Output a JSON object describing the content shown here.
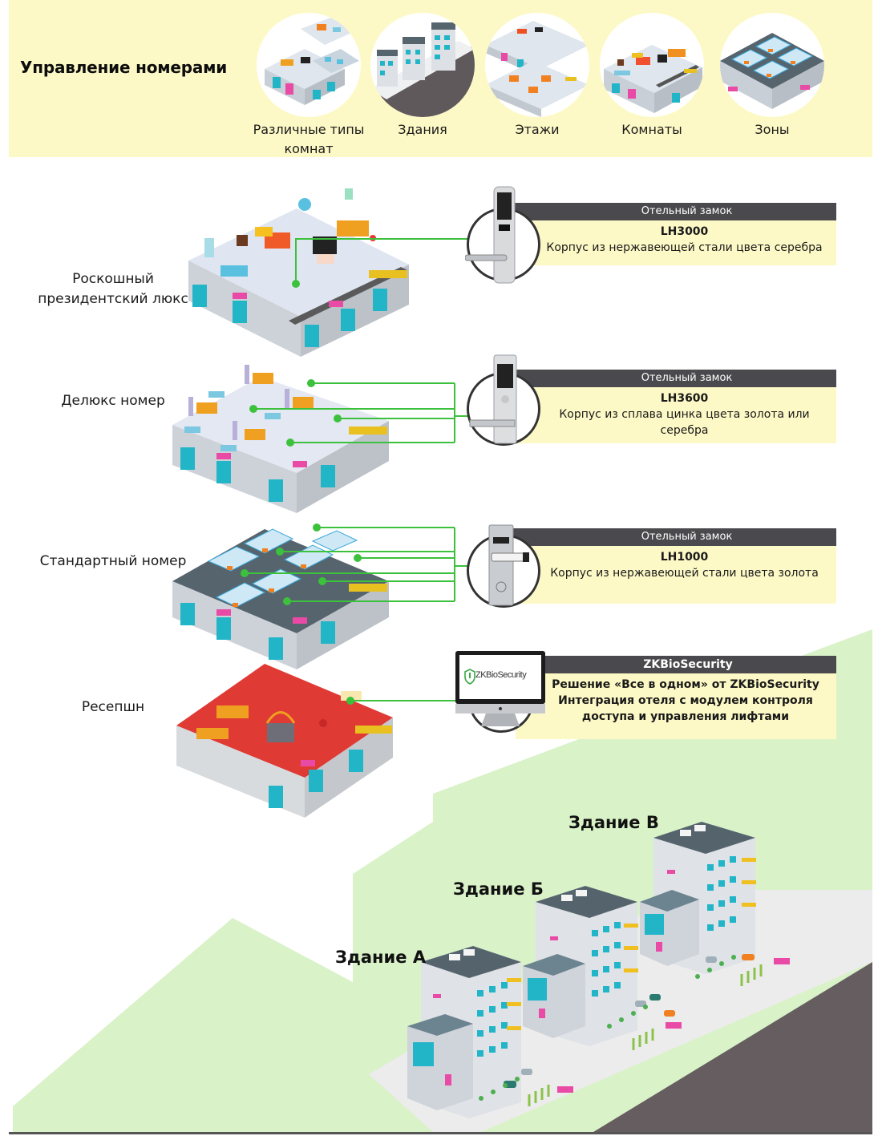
{
  "banner": {
    "title": "Управление номерами",
    "categories": [
      {
        "label": "Различные типы комнат",
        "icon": "room-types-illustration"
      },
      {
        "label": "Здания",
        "icon": "buildings-illustration"
      },
      {
        "label": "Этажи",
        "icon": "floors-illustration"
      },
      {
        "label": "Комнаты",
        "icon": "room-illustration"
      },
      {
        "label": "Зоны",
        "icon": "zones-illustration"
      }
    ]
  },
  "floors": [
    {
      "label": "Роскошный президентский люкс",
      "product": {
        "category": "Отельный замок",
        "model": "LH3000",
        "description": "Корпус из нержавеющей стали цвета серебра"
      }
    },
    {
      "label": "Делюкс номер",
      "product": {
        "category": "Отельный замок",
        "model": "LH3600",
        "description": "Корпус из сплава цинка цвета золота или серебра"
      }
    },
    {
      "label": "Стандартный номер",
      "product": {
        "category": "Отельный замок",
        "model": "LH1000",
        "description": "Корпус из нержавеющей стали цвета золота"
      }
    },
    {
      "label": "Ресепшн",
      "product": {
        "category": "ZKBioSecurity",
        "line1": "Решение «Все в одном» от ZKBioSecurity",
        "line2": "Интеграция отеля с модулем контроля доступа и управления лифтами",
        "screen_logo": "ZKBioSecurity"
      }
    }
  ],
  "campus": {
    "buildings": [
      "Здание А",
      "Здание Б",
      "Здание В"
    ]
  },
  "colors": {
    "banner_bg": "#fdf9c6",
    "card_header": "#4a4a4e",
    "card_body": "#fdf9c6",
    "connector": "#3cc13c",
    "campus_green": "#d9f2c8",
    "road": "#655d5f",
    "reception_floor": "#e03a35"
  }
}
